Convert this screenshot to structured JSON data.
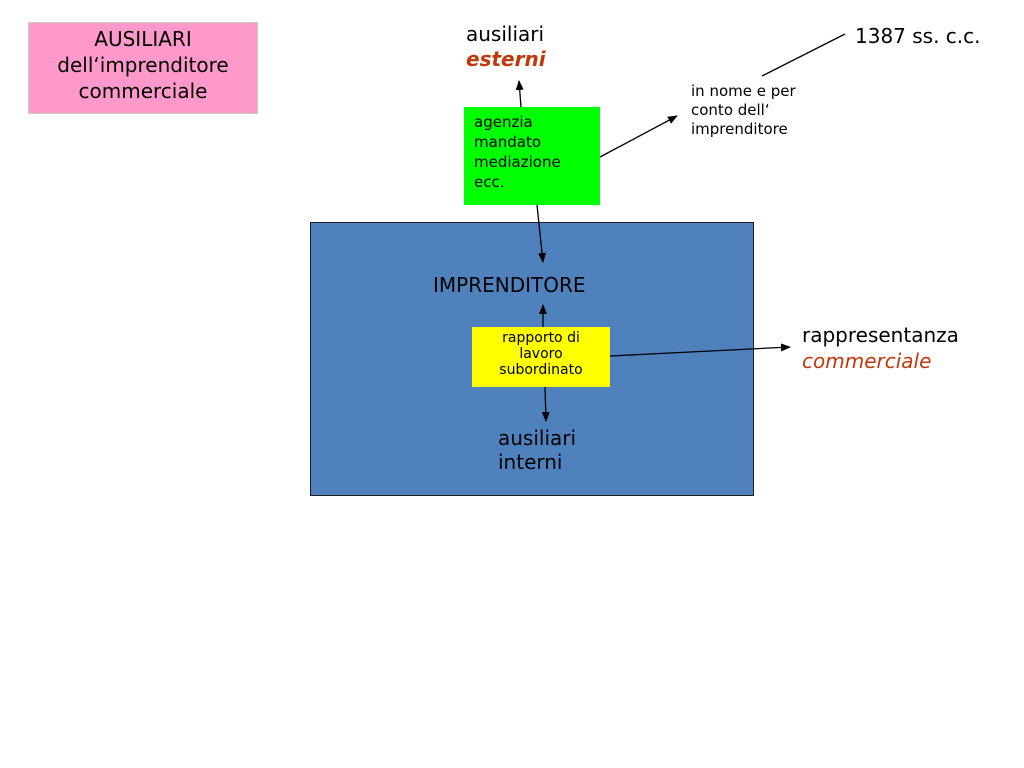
{
  "colors": {
    "title_box_fill": "#ff99cc",
    "agency_box_fill": "#00ff00",
    "entrepreneur_box_fill": "#4f81bd",
    "employment_box_fill": "#ffff00",
    "accent_text": "#c0390b",
    "line": "#000000"
  },
  "title": {
    "line1": "AUSILIARI",
    "line2": "dell‘imprenditore",
    "line3": "commerciale"
  },
  "external": {
    "label": "ausiliari",
    "accent": "esterni"
  },
  "reference": {
    "text": "1387 ss. c.c."
  },
  "note": {
    "line1": "in nome e per",
    "line2": "conto dell‘",
    "line3": "imprenditore"
  },
  "agency_box": {
    "line1": "agenzia",
    "line2": "mandato",
    "line3": "mediazione",
    "line4": "ecc."
  },
  "entrepreneur": {
    "label": "IMPRENDITORE"
  },
  "employment_box": {
    "line1": "rapporto di",
    "line2": "lavoro",
    "line3": "subordinato"
  },
  "internal": {
    "line1": "ausiliari",
    "line2": "interni"
  },
  "representation": {
    "label": "rappresentanza",
    "accent": "commerciale"
  }
}
